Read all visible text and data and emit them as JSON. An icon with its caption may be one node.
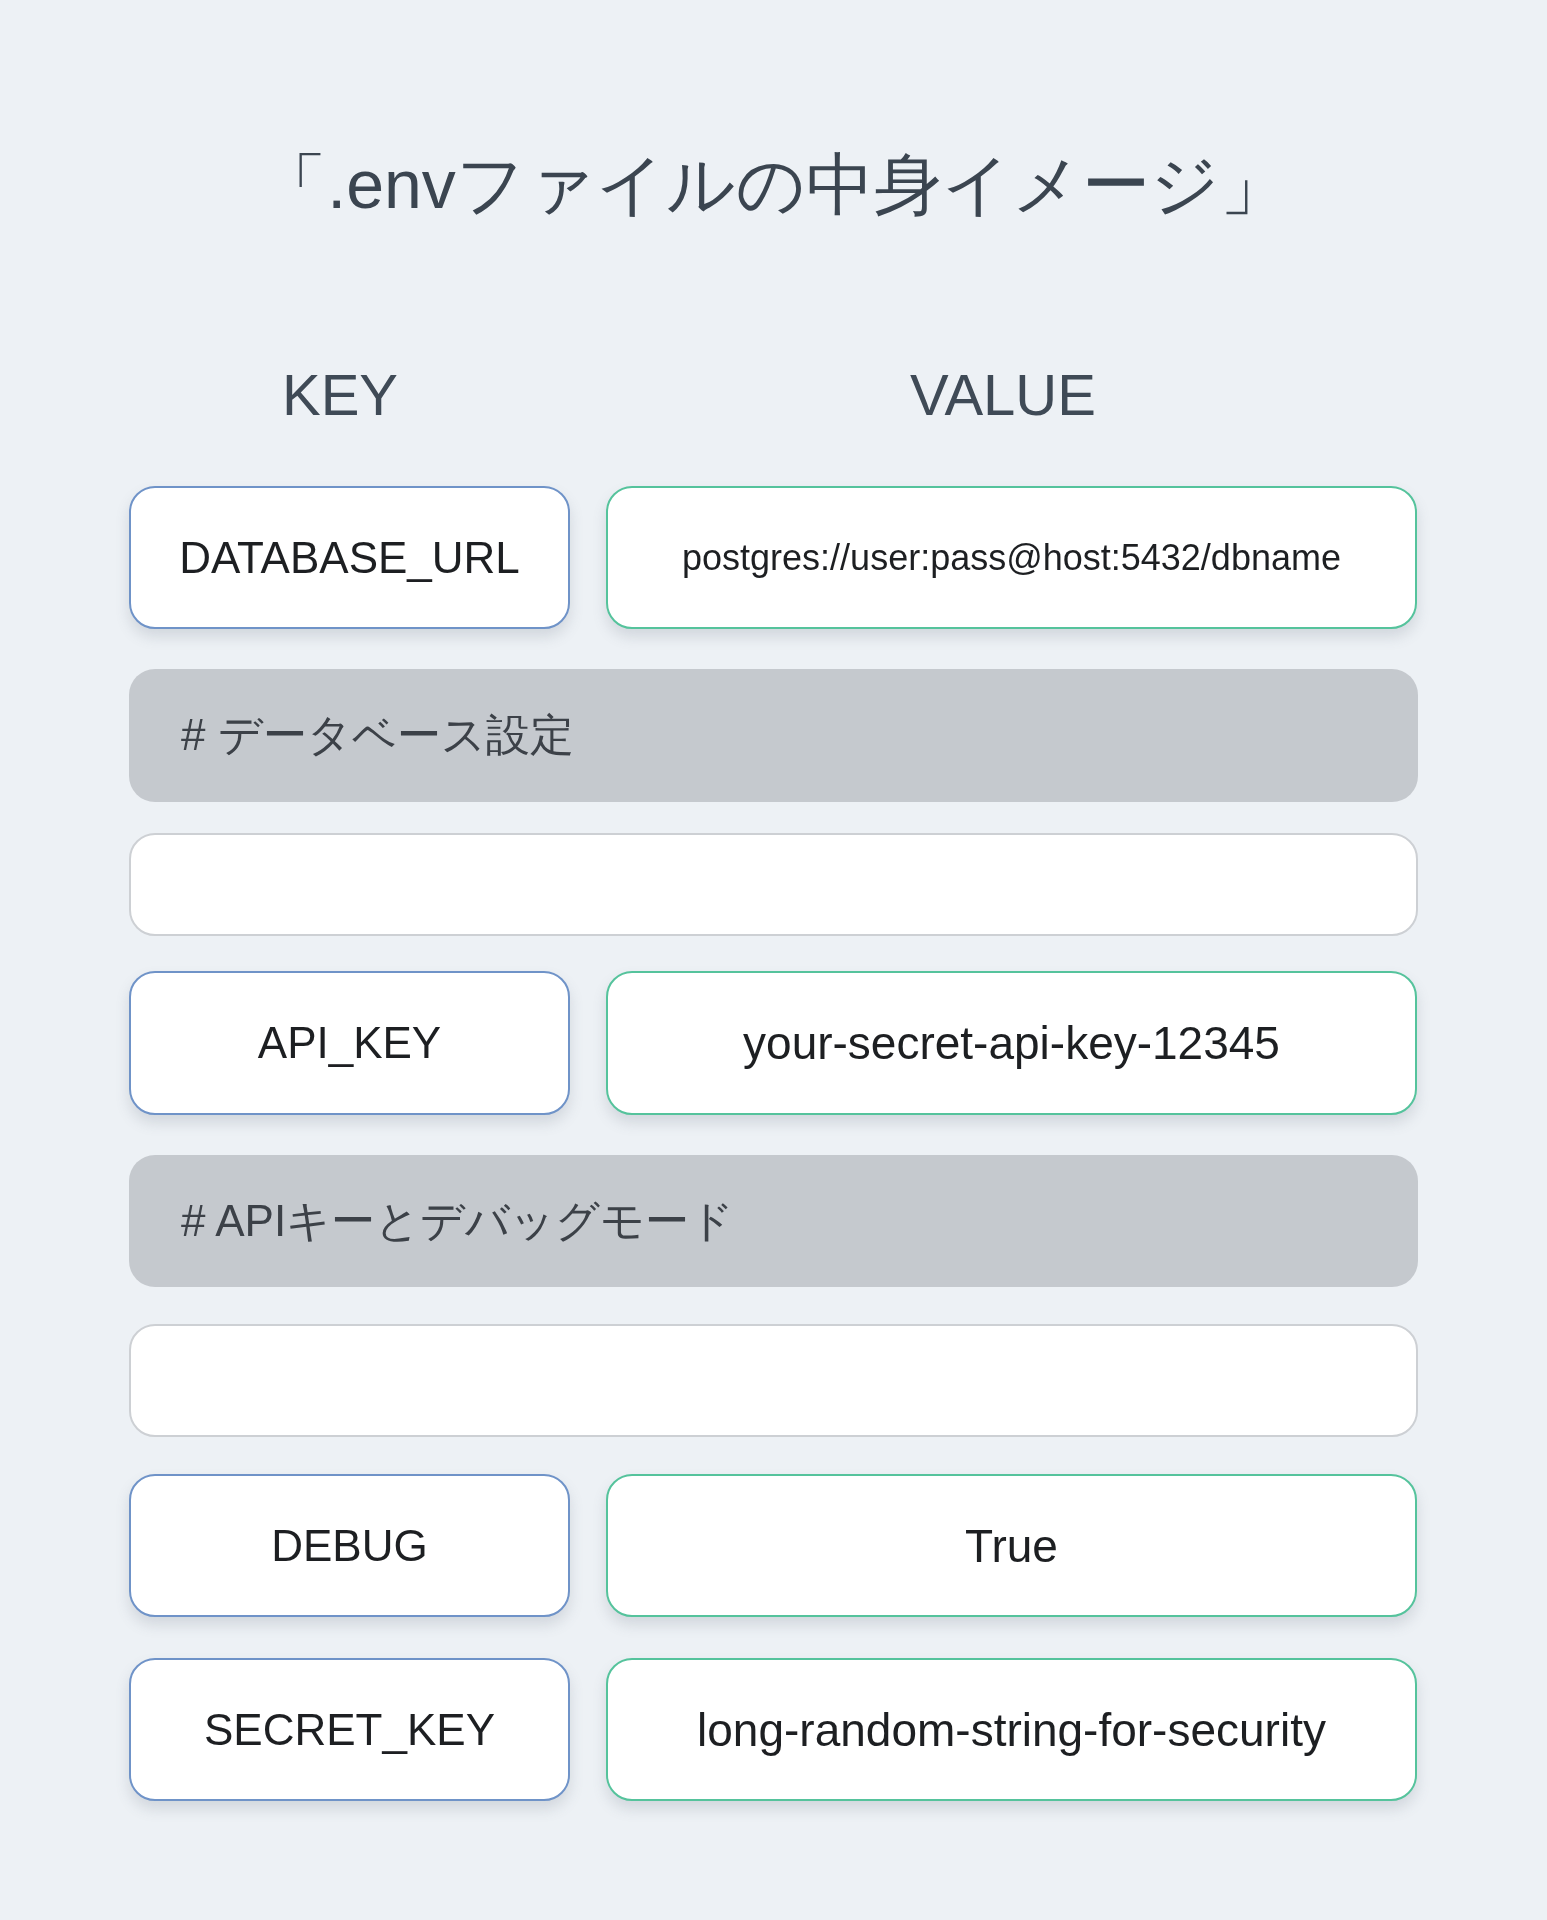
{
  "diagram": {
    "title": "「.envファイルの中身イメージ」",
    "nodes": [
      {
        "text": [
          "DATABASE_URL"
        ]
      },
      {
        "text": [
          "postgres://user:pass@host:5432/dbname"
        ]
      },
      {
        "text": [
          "# データベース設定"
        ]
      },
      {
        "text": [],
        "shape": "box"
      },
      {
        "text": [
          "API_KEY"
        ]
      },
      {
        "text": [
          "your-secret-api-key-12345"
        ]
      },
      {
        "text": [
          "# APIキーとデバッグモード"
        ]
      },
      {
        "text": [],
        "shape": "box"
      },
      {
        "text": [
          "DEBUG"
        ]
      },
      {
        "text": [
          "True"
        ]
      },
      {
        "text": [
          "SECRET_KEY"
        ]
      },
      {
        "text": [
          "long-random-string-for-security"
        ]
      }
    ],
    "labels": [
      "KEY",
      "VALUE"
    ]
  }
}
